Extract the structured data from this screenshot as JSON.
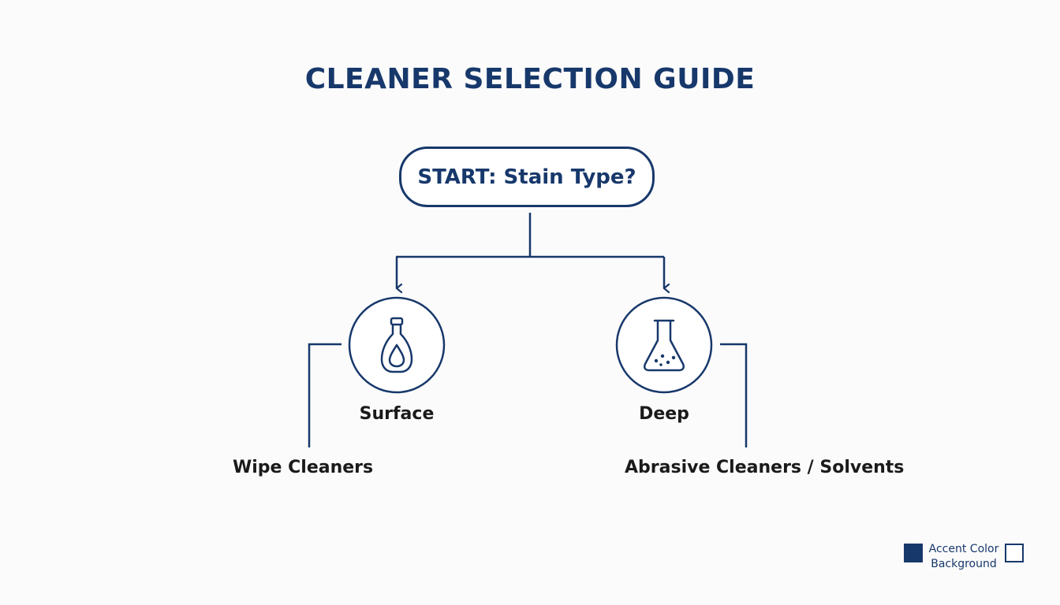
{
  "title": "CLEANER SELECTION GUIDE",
  "start_node": {
    "label": "START: Stain Type?"
  },
  "branches": [
    {
      "label": "Surface",
      "icon": "bottle-icon",
      "result": "Wipe Cleaners"
    },
    {
      "label": "Deep",
      "icon": "flask-icon",
      "result": "Abrasive Cleaners / Solvents"
    }
  ],
  "legend": {
    "accent_label": "Accent Color",
    "background_label": "Background"
  },
  "colors": {
    "accent": "#17386b",
    "background": "#fbfbfb",
    "text": "#1a1a1a"
  }
}
